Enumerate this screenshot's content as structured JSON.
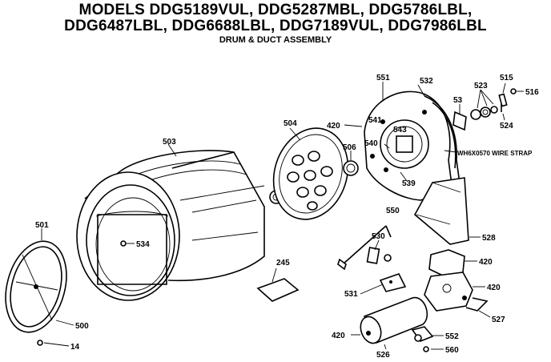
{
  "header": {
    "line1": "MODELS DDG5189VUL, DDG5287MBL, DDG5786LBL,",
    "line2": "DDG6487LBL, DDG6688LBL, DDG7189VUL, DDG7986LBL",
    "subtitle": "DRUM & DUCT ASSEMBLY"
  },
  "callouts": {
    "p503": "503",
    "p504": "504",
    "p551": "551",
    "p532": "532",
    "p523": "523",
    "p515": "515",
    "p516": "516",
    "p53": "53",
    "p524": "524",
    "p420a": "420",
    "p506": "506",
    "p540": "540",
    "p541": "541",
    "p543": "543",
    "p539": "539",
    "strap": "WH6X0570 WIRE STRAP",
    "p550": "550",
    "p501": "501",
    "p534": "534",
    "p530": "530",
    "p528": "528",
    "p420b": "420",
    "p420c": "420",
    "p245": "245",
    "p531": "531",
    "p527": "527",
    "p500": "500",
    "p14": "14",
    "p420d": "420",
    "p552": "552",
    "p526": "526",
    "p560": "560"
  }
}
